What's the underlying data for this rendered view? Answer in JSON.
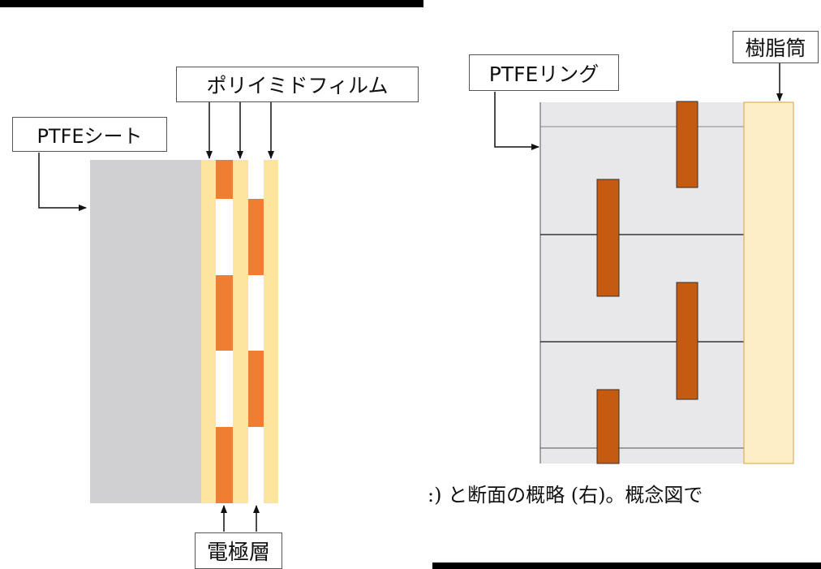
{
  "labels": {
    "ptfe_sheet": "PTFEシート",
    "polyimide_film": "ポリイミドフィルム",
    "electrode_layer": "電極層",
    "ptfe_ring": "PTFEリング",
    "resin_tube": "樹脂筒"
  },
  "caption": ":) と断面の概略 (右)。概念図で",
  "colors": {
    "ptfe": "#d0cfd1",
    "polyimide": "#fde5a0",
    "electrode_left": "#ef7d32",
    "electrode_right": "#c55a11",
    "resin": "#fdeec6",
    "ring_bg": "#e8e8ea"
  }
}
